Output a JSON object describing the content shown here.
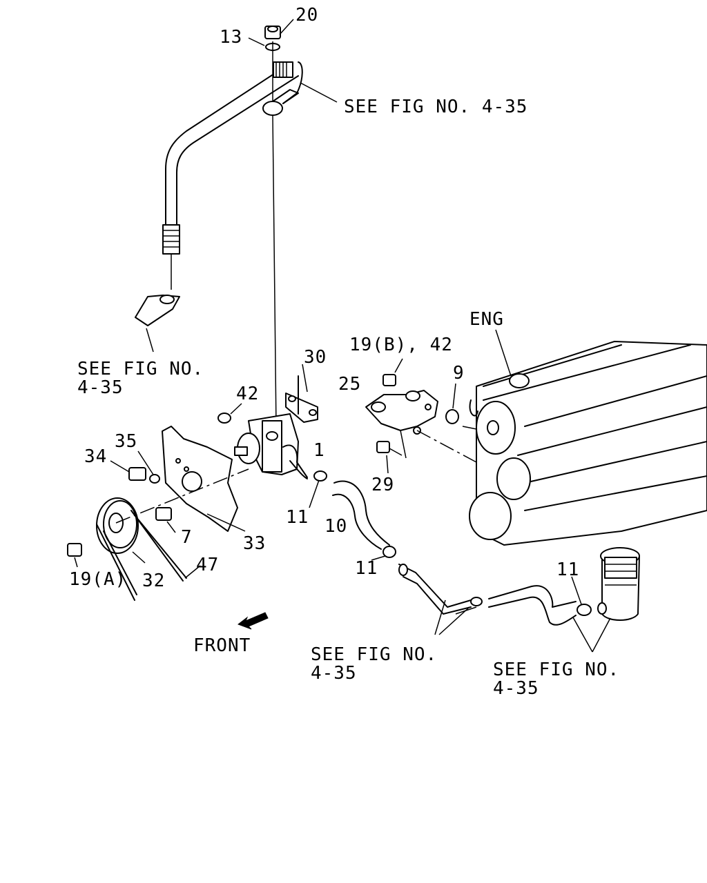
{
  "callouts": {
    "c20": "20",
    "c13": "13",
    "see_top": "SEE FIG NO. 4-35",
    "see_left_l1": "SEE FIG NO.",
    "see_left_l2": "4-35",
    "c30": "30",
    "c42a": "42",
    "c1": "1",
    "c35": "35",
    "c34": "34",
    "c7": "7",
    "c33": "33",
    "c19a": "19(A)",
    "c32": "32",
    "c47": "47",
    "c11a": "11",
    "c10": "10",
    "c11b": "11",
    "c19b42": "19(B), 42",
    "c25": "25",
    "c9": "9",
    "c29": "29",
    "eng": "ENG",
    "c11c": "11",
    "front": "FRONT",
    "see_mid_l1": "SEE FIG NO.",
    "see_mid_l2": "4-35",
    "see_right_l1": "SEE FIG NO.",
    "see_right_l2": "4-35"
  }
}
